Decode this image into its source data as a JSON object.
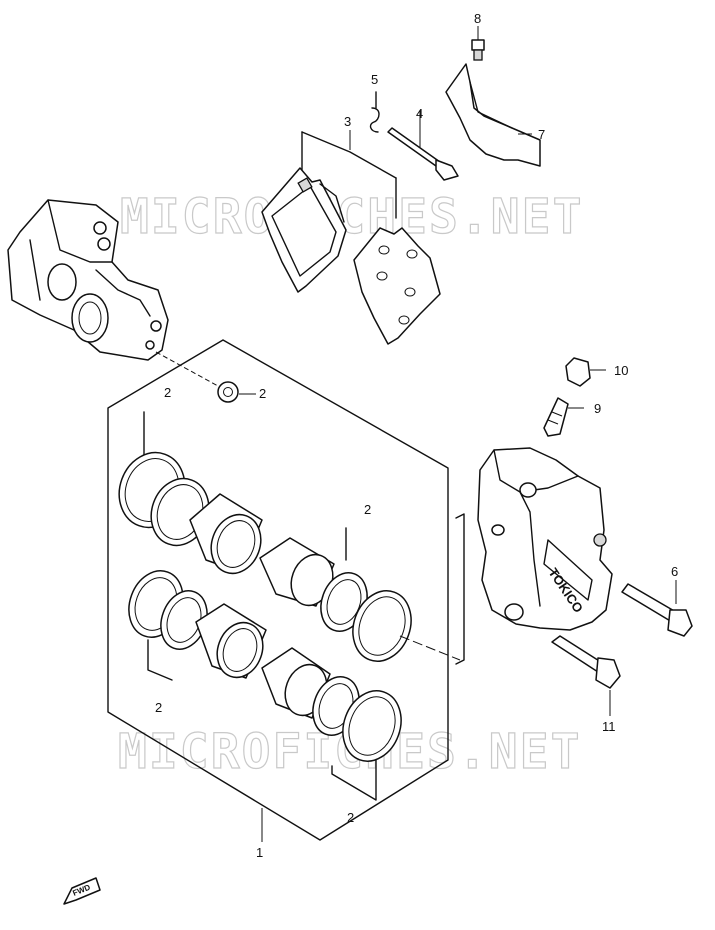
{
  "watermark": {
    "text": "MICROFICHES.NET"
  },
  "callouts": {
    "c1": "1",
    "c2a": "2",
    "c2b": "2",
    "c2c": "2",
    "c2d": "2",
    "c2e": "2",
    "c3": "3",
    "c4": "4",
    "c5": "5",
    "c6": "6",
    "c7": "7",
    "c8": "8",
    "c9": "9",
    "c10": "10",
    "c11": "11"
  },
  "caliper_brand": "TOKICO",
  "fwd_label": "FWD",
  "colors": {
    "line": "#111111",
    "watermark": "#c9c9c9",
    "fill_grey": "#d8d8d8"
  }
}
